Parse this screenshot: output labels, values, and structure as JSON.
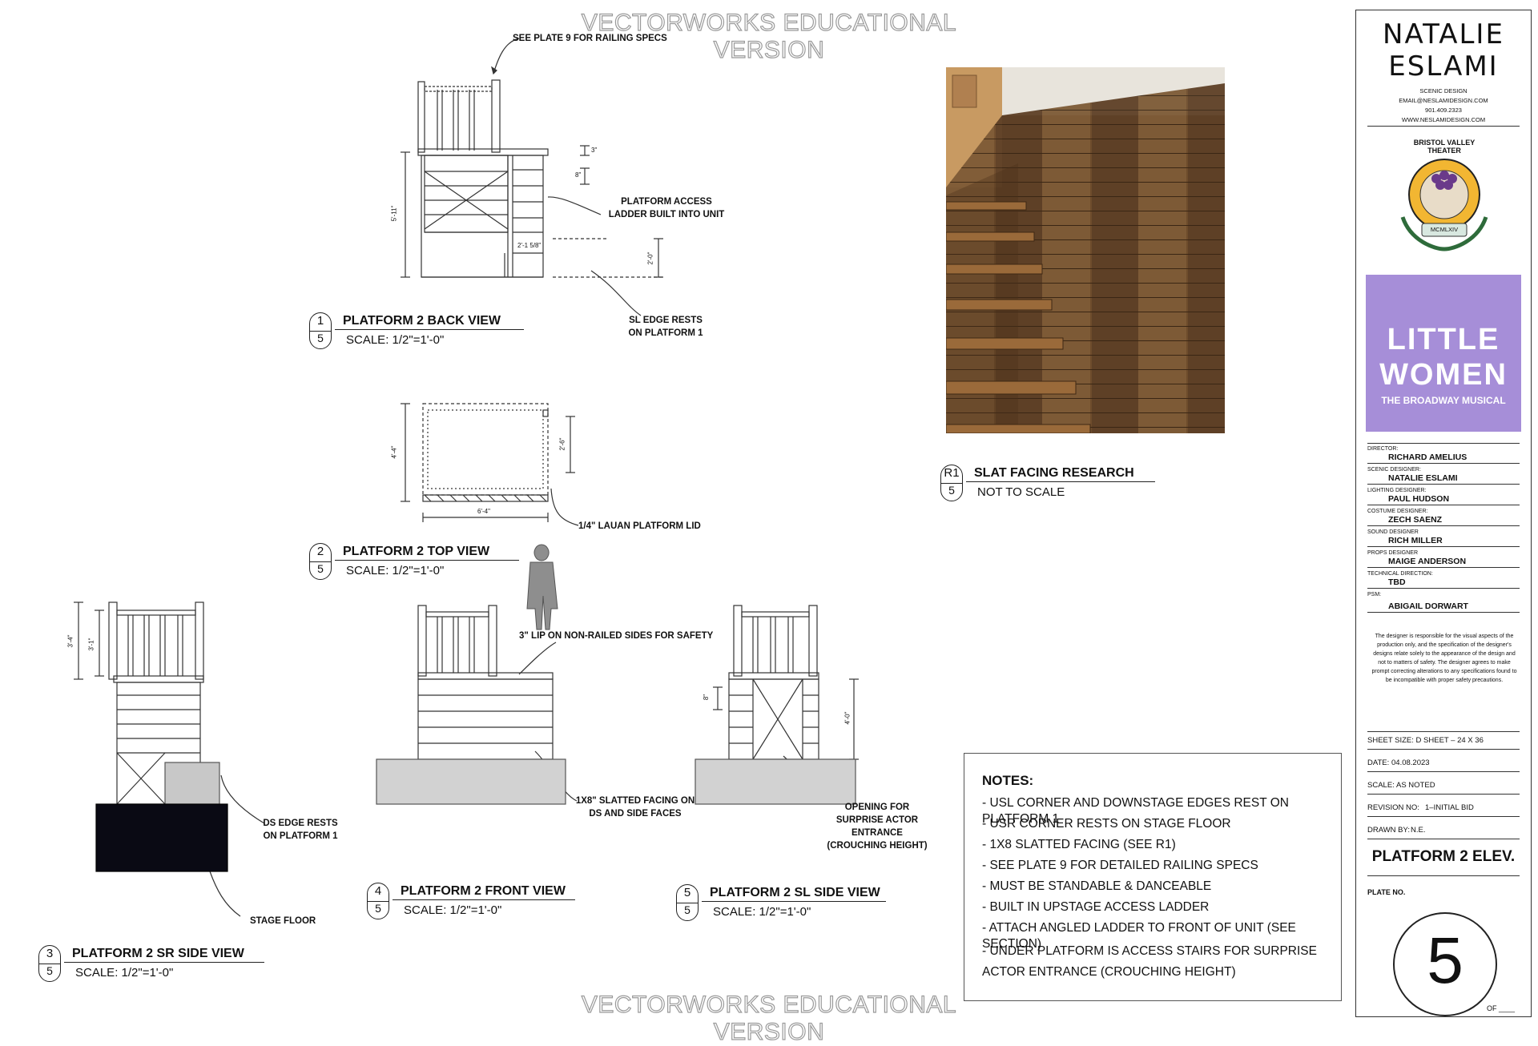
{
  "watermark": "VECTORWORKS EDUCATIONAL VERSION",
  "views": [
    {
      "num": "1",
      "den": "5",
      "title": "PLATFORM 2 BACK VIEW",
      "scale": "SCALE: 1/2\"=1'-0\""
    },
    {
      "num": "2",
      "den": "5",
      "title": "PLATFORM 2 TOP VIEW",
      "scale": "SCALE: 1/2\"=1'-0\""
    },
    {
      "num": "3",
      "den": "5",
      "title": "PLATFORM 2 SR SIDE VIEW",
      "scale": "SCALE: 1/2\"=1'-0\""
    },
    {
      "num": "4",
      "den": "5",
      "title": "PLATFORM 2 FRONT VIEW",
      "scale": "SCALE: 1/2\"=1'-0\""
    },
    {
      "num": "5",
      "den": "5",
      "title": "PLATFORM 2 SL SIDE VIEW",
      "scale": "SCALE: 1/2\"=1'-0\""
    },
    {
      "num": "R1",
      "den": "5",
      "title": "SLAT FACING RESEARCH",
      "scale": "NOT TO SCALE"
    }
  ],
  "callouts": {
    "railing": "SEE PLATE 9 FOR RAILING SPECS",
    "ladder": "PLATFORM ACCESS LADDER BUILT INTO UNIT",
    "sl_edge": "SL EDGE RESTS ON PLATFORM 1",
    "lauan": "1/4\" LAUAN PLATFORM LID",
    "lip": "3\" LIP ON NON-RAILED SIDES FOR SAFETY",
    "ds_edge": "DS EDGE RESTS ON PLATFORM 1",
    "stage_floor": "STAGE FLOOR",
    "slatted": "1X8\" SLATTED FACING ON DS AND SIDE FACES",
    "opening": "OPENING FOR SURPRISE ACTOR ENTRANCE (CROUCHING HEIGHT)"
  },
  "dims": {
    "back_height": "5'-11\"",
    "back_3": "3\"",
    "back_8": "8\"",
    "back_width": "2'-1 5/8\"",
    "back_2ft": "2'-0\"",
    "top_depth": "4'-4\"",
    "top_2ft": "2'-6\"",
    "top_width": "6'-4\"",
    "sr_34": "3'-4\"",
    "sr_31": "3'-1\"",
    "sl_8": "8\"",
    "sl_4ft": "4'-0\""
  },
  "notes": {
    "heading": "NOTES:",
    "items": [
      "- USL CORNER AND DOWNSTAGE EDGES REST ON PLATFORM 1",
      "- USR CORNER RESTS ON STAGE FLOOR",
      "- 1X8 SLATTED FACING (SEE R1)",
      "- SEE PLATE 9 FOR DETAILED RAILING SPECS",
      "- MUST BE STANDABLE & DANCEABLE",
      "- BUILT IN UPSTAGE ACCESS LADDER",
      "- ATTACH ANGLED LADDER TO FRONT OF UNIT (SEE SECTION)",
      "- UNDER PLATFORM IS ACCESS STAIRS FOR SURPRISE ACTOR ENTRANCE (CROUCHING HEIGHT)"
    ]
  },
  "title_block": {
    "designer_line1": "NATALIE",
    "designer_line2": "ESLAMI",
    "role": "SCENIC DESIGN",
    "email": "EMAIL@NESLAMIDESIGN.COM",
    "phone": "901.409.2323",
    "web": "WWW.NESLAMIDESIGN.COM",
    "theater": "BRISTOL VALLEY THEATER",
    "theater_year": "MCMLXIV",
    "show_line1": "LITTLE",
    "show_line2": "WOMEN",
    "show_sub": "THE BROADWAY MUSICAL",
    "crew": [
      {
        "role": "DIRECTOR:",
        "name": "RICHARD AMELIUS"
      },
      {
        "role": "SCENIC DESIGNER:",
        "name": "NATALIE ESLAMI"
      },
      {
        "role": "LIGHTING DESIGNER:",
        "name": "PAUL HUDSON"
      },
      {
        "role": "COSTUME DESIGNER:",
        "name": "ZECH SAENZ"
      },
      {
        "role": "SOUND DESIGNER",
        "name": "RICH MILLER"
      },
      {
        "role": "PROPS DESIGNER",
        "name": "MAIGE ANDERSON"
      },
      {
        "role": "TECHNICAL DIRECTION:",
        "name": "TBD"
      },
      {
        "role": "PSM:",
        "name": "ABIGAIL DORWART"
      }
    ],
    "disclaimer": "The designer is responsible for the visual aspects of the production only, and the specification of the designer's designs relate solely to the appearance of the design and not to matters of safety. The designer agrees to make prompt correcting alterations to any specifications found to be incompatible with proper safety precautions.",
    "sheet_size": "SHEET SIZE: D SHEET – 24 X 36",
    "date_label": "DATE:",
    "date": "04.08.2023",
    "scale_label": "SCALE:",
    "scale": "AS NOTED",
    "revision_label": "REVISION NO:",
    "revision": "1–INITIAL BID",
    "drawn_label": "DRAWN BY:",
    "drawn": "N.E.",
    "plate_title": "PLATFORM 2 ELEV.",
    "plate_label": "PLATE NO.",
    "plate_no": "5",
    "of_label": "OF ____"
  }
}
